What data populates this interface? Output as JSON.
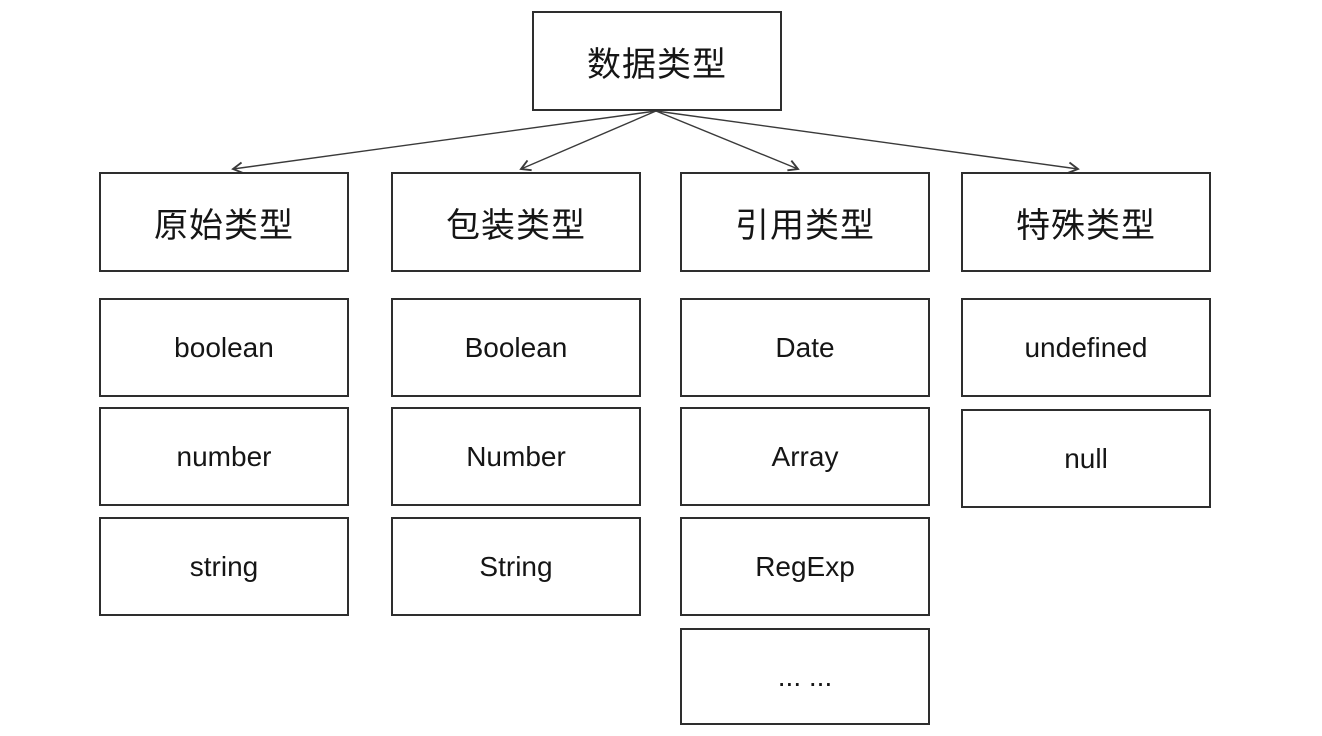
{
  "diagram": {
    "title": "数据类型",
    "root": "数据类型",
    "columns": [
      {
        "header": "原始类型",
        "items": [
          "boolean",
          "number",
          "string"
        ]
      },
      {
        "header": "包装类型",
        "items": [
          "Boolean",
          "Number",
          "String"
        ]
      },
      {
        "header": "引用类型",
        "items": [
          "Date",
          "Array",
          "RegExp",
          "... ..."
        ]
      },
      {
        "header": "特殊类型",
        "items": [
          "undefined",
          "null"
        ]
      }
    ],
    "colors": {
      "background": "#ffffff",
      "border": "#2e2e2e",
      "text": "#151515",
      "arrow": "#3a3a3a"
    }
  }
}
